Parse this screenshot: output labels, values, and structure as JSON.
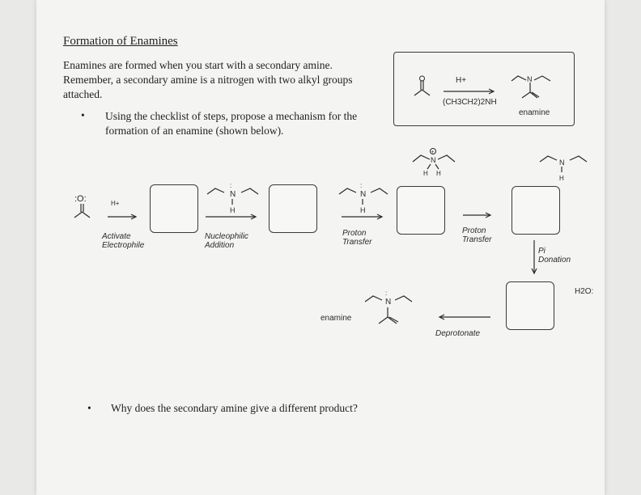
{
  "heading": "Formation of Enamines",
  "intro": "Enamines are formed when you start with a secondary amine. Remember, a secondary amine is a nitrogen with two alkyl groups attached.",
  "bullet_glyph": "•",
  "bullet_question_1": "Using the checklist of steps, propose a mechanism for the formation of an enamine (shown below).",
  "bullet_question_2": "Why does the secondary amine give a different product?",
  "summary": {
    "reagent_top": "H+",
    "reagent_bottom": "(CH3CH2)2NH",
    "product_label": "enamine"
  },
  "steps": {
    "activate": "Activate Electrophile",
    "nucleophilic": "Nucleophilic Addition",
    "proton1": "Proton Transfer",
    "proton2": "Proton Transfer",
    "pi": "Pi Donation",
    "deprotonate": "Deprotonate",
    "enamine": "enamine"
  },
  "labels": {
    "h_plus": "H+",
    "oxygen": ":O:",
    "water": "H2O:",
    "nitrogen": "N",
    "hydrogen": "H",
    "h_pair": "H H"
  },
  "colors": {
    "ink": "#1f1f1f",
    "paper": "#f4f4f2",
    "background": "#e9e9e7"
  },
  "icons": {
    "reaction_arrow": "right-arrow",
    "reverse_arrow": "left-arrow",
    "down_arrow": "down-arrow",
    "positive_charge": "circled-plus"
  }
}
